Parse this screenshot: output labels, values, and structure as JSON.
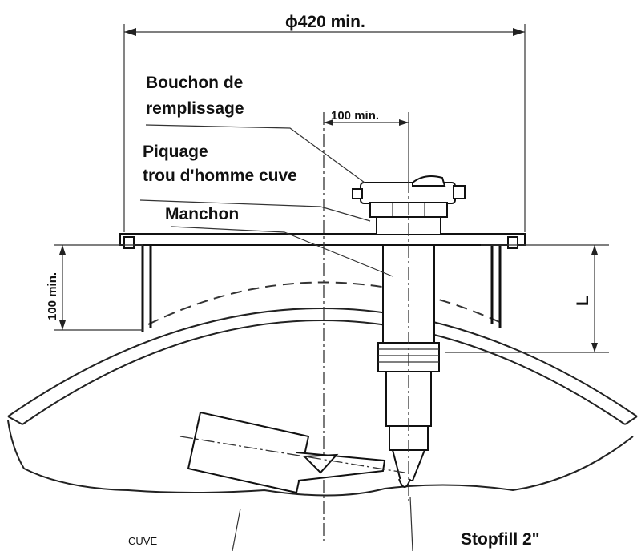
{
  "labels": {
    "dim_diameter": "ϕ420 min.",
    "bouchon_line1": "Bouchon de",
    "bouchon_line2": "remplissage",
    "dim_100_top": "100 min.",
    "piquage_line1": "Piquage",
    "piquage_line2": "trou d'homme cuve",
    "manchon": "Manchon",
    "dim_100_side": "100 min.",
    "dim_L": "L",
    "cuve": "CUVE",
    "product": "Stopfill 2\""
  }
}
